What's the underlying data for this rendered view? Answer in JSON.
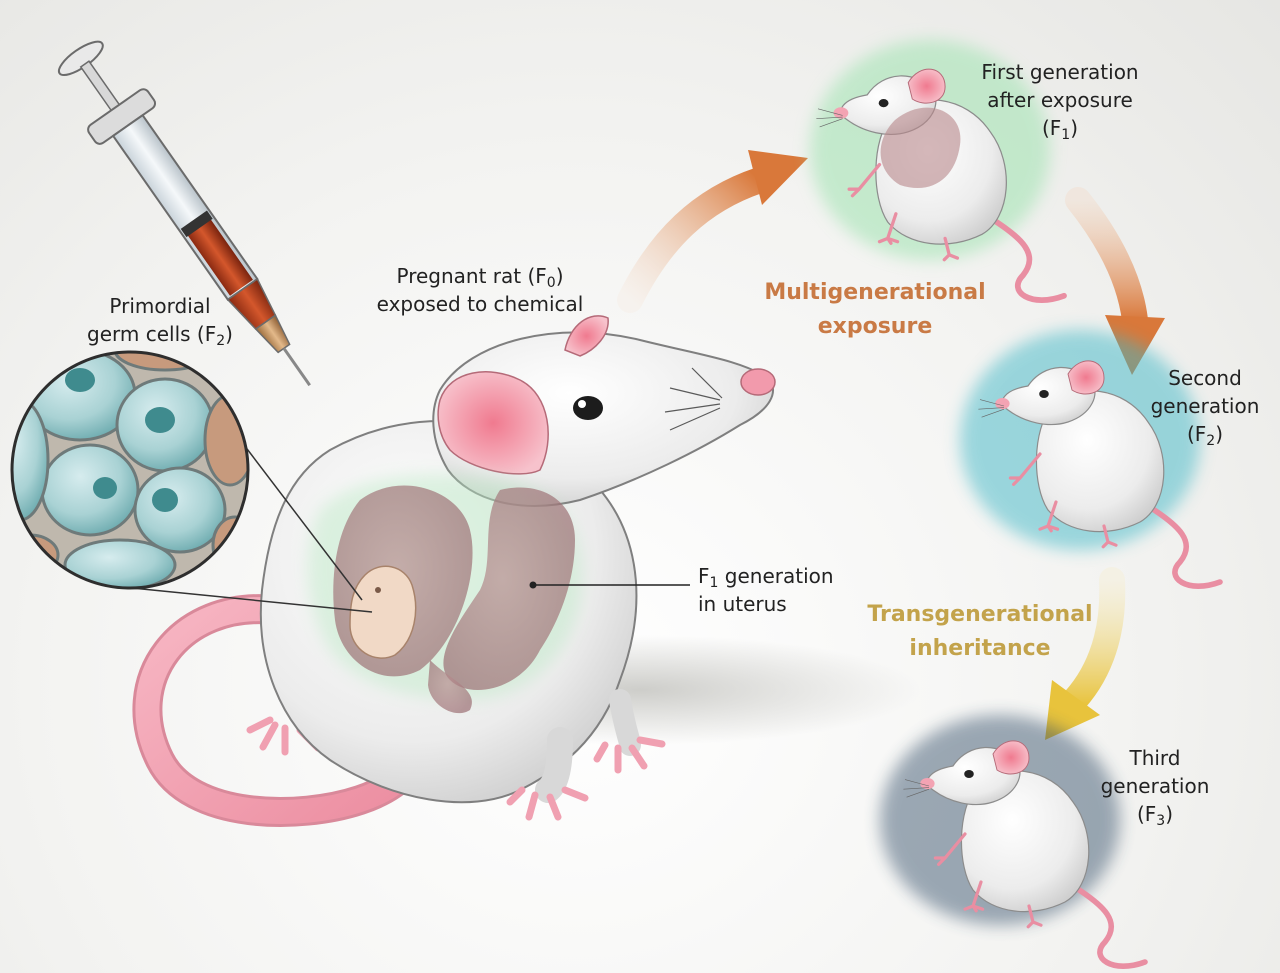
{
  "colors": {
    "multigenerational": "#c97a45",
    "transgenerational": "#c3a34b",
    "glow_f1": "#9fe3b0",
    "glow_f2": "#3fb7c6",
    "glow_f3": "#2b4763",
    "rat_body": "#eeeeee",
    "rat_pink": "#f3a3b3",
    "uterus": "#b8868a",
    "cell_teal": "#5fa7ab",
    "cell_brown": "#b88466"
  },
  "labels": {
    "f0_rat": {
      "line1_pre": "Pregnant rat (F",
      "line1_sub": "0",
      "line1_post": ")",
      "line2": "exposed to chemical"
    },
    "germ_cells": {
      "line1": "Primordial",
      "line2_pre": "germ cells (F",
      "line2_sub": "2",
      "line2_post": ")"
    },
    "f1_uterus": {
      "line1_pre": "F",
      "line1_sub": "1",
      "line1_post": " generation",
      "line2": "in uterus"
    },
    "f1": {
      "line1": "First generation",
      "line2": "after exposure",
      "line3_pre": "(F",
      "line3_sub": "1",
      "line3_post": ")"
    },
    "f2": {
      "line1": "Second",
      "line2": "generation",
      "line3_pre": "(F",
      "line3_sub": "2",
      "line3_post": ")"
    },
    "f3": {
      "line1": "Third",
      "line2": "generation",
      "line3_pre": "(F",
      "line3_sub": "3",
      "line3_post": ")"
    }
  },
  "headings": {
    "multigenerational": {
      "line1": "Multigenerational",
      "line2": "exposure"
    },
    "transgenerational": {
      "line1": "Transgenerational",
      "line2": "inheritance"
    }
  },
  "icons": {
    "syringe": "syringe-icon",
    "pregnant_rat": "pregnant-rat-icon",
    "germ_cells": "germ-cells-icon",
    "f1_rat": "rat-icon",
    "f2_rat": "rat-icon",
    "f3_rat": "rat-icon"
  }
}
